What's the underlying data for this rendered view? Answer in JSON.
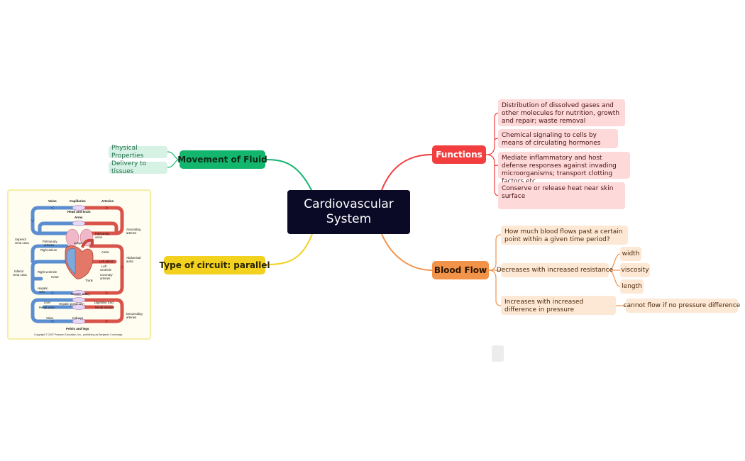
{
  "central": {
    "label": "Cardiovascular System"
  },
  "branches": {
    "movement_of_fluid": {
      "label": "Movement of Fluid",
      "children": [
        "Physical Properties",
        "Delivery to tissues"
      ],
      "color": "#12b66d"
    },
    "type_of_circuit": {
      "label": "Type of circuit: parallel",
      "color": "#f3d11f"
    },
    "functions": {
      "label": "Functions",
      "color": "#f23e3e",
      "children": [
        "Distribution of dissolved gases and other molecules for nutrition, growth and repair; waste removal",
        "Chemical signaling to cells by means of circulating hormones",
        "Mediate inflammatory and host defense responses against invading microorganisms; transport clotting factors etc",
        "Conserve or release heat near skin surface"
      ]
    },
    "blood_flow": {
      "label": "Blood Flow",
      "color": "#f2934a",
      "children": {
        "definition": "How much blood flows past a certain point within a given time period?",
        "resistance": {
          "label": "Decreases with increased resistance",
          "children": [
            "width",
            "viscosity",
            "length"
          ]
        },
        "pressure": {
          "label": "Increases with increased difference in pressure",
          "child": "cannot flow if no pressure difference"
        }
      }
    }
  },
  "diagram": {
    "labels": {
      "veins": "Veins",
      "capillaries": "Capillaries",
      "arteries": "Arteries",
      "head_brain": "Head and brain",
      "arms": "Arms",
      "superior_vena_cava": [
        "Superior",
        "vena cava"
      ],
      "pulmonary_arteries": [
        "Pulmonary",
        "arteries"
      ],
      "right_atrium": "Right atrium",
      "lungs": "Lungs",
      "pulmonary_veins": [
        "Pulmonary",
        "veins"
      ],
      "ascending_arteries": [
        "Ascending",
        "arteries"
      ],
      "aorta": "Aorta",
      "abdominal_aorta": [
        "Abdominal",
        "aorta"
      ],
      "left_atrium": "Left atrium",
      "left_ventricle": [
        "Left",
        "ventricle"
      ],
      "coronary_arteries": [
        "Coronary",
        "arteries"
      ],
      "inferior_vena_cava": [
        "Inferior",
        "vena cava"
      ],
      "right_ventricle": "Right ventricle",
      "heart": "Heart",
      "trunk": "Trunk",
      "hepatic_vein": [
        "Hepatic",
        "vein"
      ],
      "hepatic_artery": "Hepatic artery",
      "liver": "Liver",
      "hepatic_portal_vein": "Hepatic portal vein",
      "digestive_tract": "Digestive tract",
      "renal_veins": "Renal veins",
      "renal_arteries": "Renal arteries",
      "descending_arteries": [
        "Descending",
        "arteries"
      ],
      "valve": "Valve",
      "kidneys": "Kidneys",
      "pelvis_legs": "Pelvis and legs",
      "copyright": "Copyright © 2007 Pearson Education, Inc., publishing as Benjamin Cummings."
    },
    "colors": {
      "veins": "#5b8ed0",
      "veins_fill": "#cfe0f3",
      "arteries": "#d9534a",
      "arteries_fill": "#f6cdc6"
    }
  }
}
